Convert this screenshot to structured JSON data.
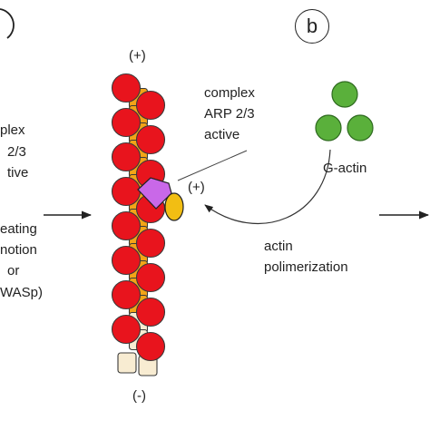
{
  "panel_b_label": "b",
  "left_panel": {
    "line1": "plex",
    "line2": "2/3",
    "line3": "tive",
    "line4": "eating",
    "line5": "notion",
    "line6": "or",
    "line7": "WASp)"
  },
  "filament": {
    "plus_label": "(+)",
    "minus_label": "(-)"
  },
  "arp_label": {
    "line1": "complex",
    "line2": "ARP 2/3",
    "line3": "active"
  },
  "branch_plus_label": "(+)",
  "g_actin_label": "G-actin",
  "polymerization_label": {
    "line1": "actin",
    "line2": "polimerization"
  },
  "colors": {
    "actin_red": "#e8141d",
    "actin_orange": "#f3a417",
    "actin_pale": "#f8ecd2",
    "g_actin_green": "#5ab03b",
    "arp_purple": "#c968e8",
    "arp_yellow": "#f2be13",
    "line": "#333333"
  }
}
